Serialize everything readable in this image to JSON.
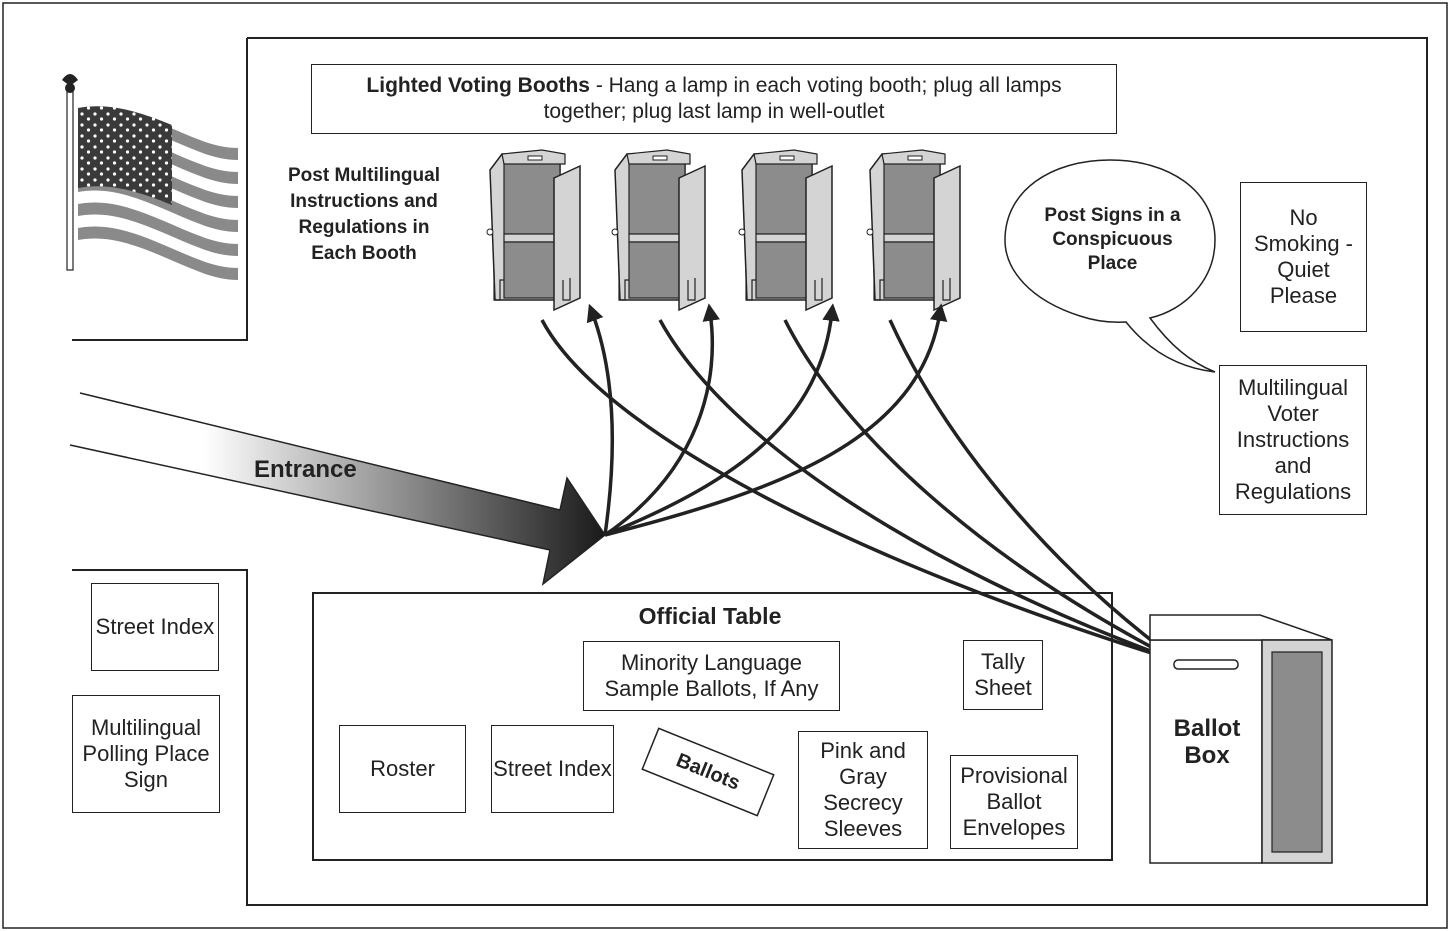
{
  "banner": {
    "bold": "Lighted Voting Booths",
    "text": " - Hang a lamp in each voting booth; plug all lamps together; plug last lamp in well-outlet"
  },
  "booth_note": "Post Multilingual Instructions and Regulations in Each Booth",
  "speech_bubble": "Post Signs in a Conspicuous Place",
  "no_smoking": "No Smoking - Quiet Please",
  "voter_instructions": "Multilingual Voter Instructions and Regulations",
  "entrance": "Entrance",
  "street_index_outside": "Street Index",
  "polling_place_sign": "Multilingual Polling Place Sign",
  "official_table": {
    "title": "Official Table",
    "sample_ballots": "Minority Language Sample Ballots, If Any",
    "tally_sheet": "Tally Sheet",
    "roster": "Roster",
    "street_index": "Street Index",
    "ballots": "Ballots",
    "secrecy_sleeves": "Pink and Gray Secrecy Sleeves",
    "provisional_envelopes": "Provisional Ballot Envelopes"
  },
  "ballot_box": "Ballot Box",
  "colors": {
    "line": "#222222",
    "booth_fill": "#d4d4d4",
    "booth_dark": "#8c8c8c",
    "flag_dark": "#3a3a3a",
    "flag_stripe": "#8a8a8a"
  }
}
